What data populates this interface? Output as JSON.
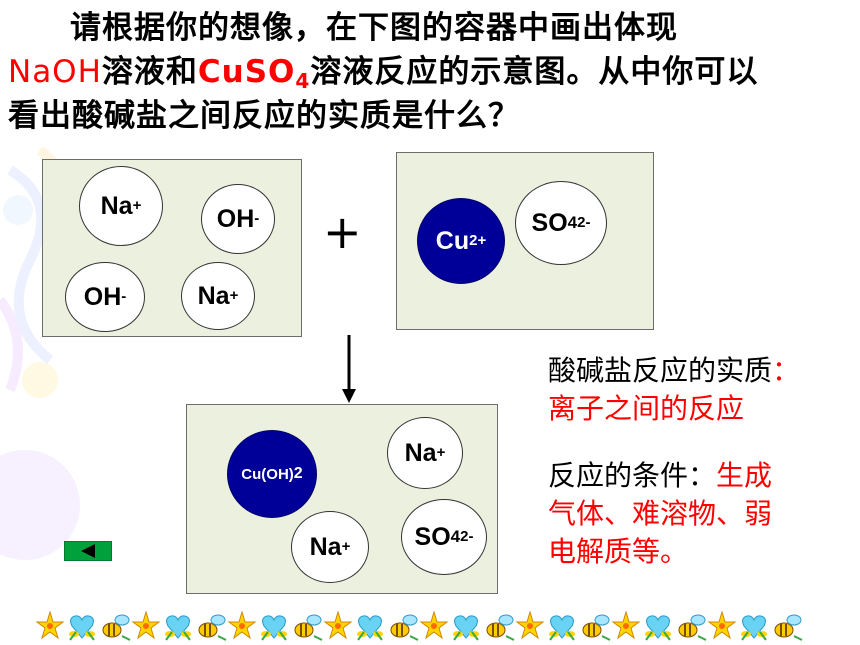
{
  "question": {
    "line1": "请根据你的想像，在下图的容器中画出体现",
    "naoh": "NaOH",
    "and_text": "溶液和",
    "cuso": "CuSO",
    "sub4": "4",
    "line2_rest": "溶液反应的示意图。从中你可以",
    "line3": "看出酸碱盐之间反应的实质是什么？"
  },
  "naoh_box": {
    "ions": [
      {
        "main": "Na",
        "sup": "+",
        "sub": ""
      },
      {
        "main": "OH",
        "sup": "-",
        "sub": ""
      },
      {
        "main": "OH",
        "sup": "-",
        "sub": ""
      },
      {
        "main": "Na",
        "sup": "+",
        "sub": ""
      }
    ]
  },
  "plus_sign": "+",
  "cuso4_box": {
    "ions": [
      {
        "main": "Cu",
        "sup": "2+",
        "sub": ""
      },
      {
        "main": "SO",
        "sup": "2-",
        "sub": "4"
      }
    ]
  },
  "product_box": {
    "ions": [
      {
        "main": "Cu(OH)",
        "sup": "",
        "sub": "2"
      },
      {
        "main": "Na",
        "sup": "+",
        "sub": ""
      },
      {
        "main": "Na",
        "sup": "+",
        "sub": ""
      },
      {
        "main": "SO",
        "sup": "2-",
        "sub": "4"
      }
    ]
  },
  "notes": {
    "essence_label": "酸碱盐反应的实质",
    "essence_colon": "：",
    "essence_value": "离子之间的反应",
    "condition_label": "反应的条件：",
    "condition_value_1": "生成",
    "condition_value_2": "气体、难溶物、弱",
    "condition_value_3": "电解质等。"
  },
  "colors": {
    "accent_red": "#ff0000",
    "box_fill": "#ebf1de",
    "ion_blue": "#000099",
    "button_green": "#00a03c"
  },
  "icons": {
    "back_button": "back-triangle-icon",
    "reaction_arrow": "down-arrow-icon"
  }
}
